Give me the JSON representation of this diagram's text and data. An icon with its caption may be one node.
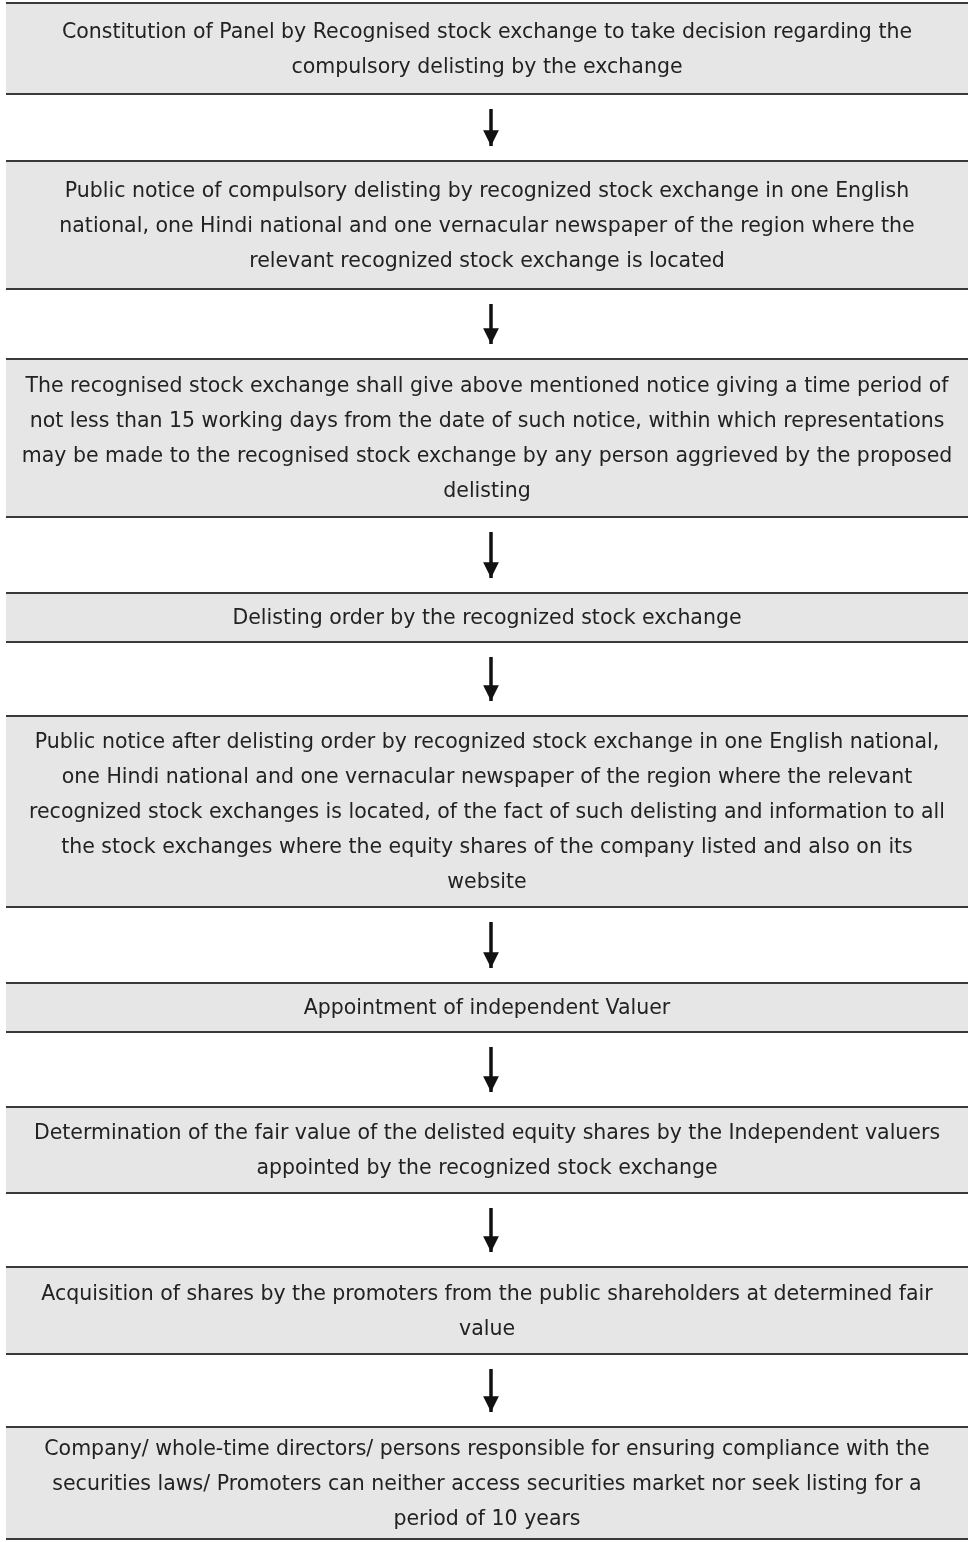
{
  "diagram": {
    "nodes": [
      {
        "text": [
          "Constitution of Panel by Recognised stock exchange to take decision regarding the compulsory delisting by the exchange"
        ]
      },
      {
        "text": [
          "Public notice of compulsory delisting by recognized stock exchange in one English national, one Hindi national and one vernacular  newspaper of the region where the relevant  recognized stock exchange is located"
        ]
      },
      {
        "text": [
          "The recognised stock exchange shall give above mentioned notice giving a time period of not less than 15 working days from the date of such notice, within which representations may be made to the recognised stock exchange by any person aggrieved by the proposed delisting"
        ]
      },
      {
        "text": [
          "Delisting order by the recognized stock exchange"
        ]
      },
      {
        "text": [
          "Public notice after delisting order by recognized stock exchange in one English national, one Hindi national and one vernacular newspaper of the region where the relevant  recognized stock exchanges is located, of the fact of such delisting and information to all the stock exchanges where the equity shares of the company listed and also on its website"
        ]
      },
      {
        "text": [
          "Appointment of independent Valuer"
        ]
      },
      {
        "text": [
          "Determination of the fair value of the delisted equity shares by the Independent valuers appointed by the recognized stock exchange"
        ]
      },
      {
        "text": [
          "Acquisition of shares by the promoters from the public shareholders at determined fair value"
        ]
      },
      {
        "text": [
          "Company/ whole-time directors/ persons responsible for ensuring compliance with the securities laws/ Promoters can neither access securities market nor seek listing for a period of 10 years"
        ]
      }
    ],
    "edges": [
      {
        "from": 0,
        "to": 1,
        "arrow": "to"
      },
      {
        "from": 1,
        "to": 2,
        "arrow": "to"
      },
      {
        "from": 2,
        "to": 3,
        "arrow": "to"
      },
      {
        "from": 3,
        "to": 4,
        "arrow": "to"
      },
      {
        "from": 4,
        "to": 5,
        "arrow": "to"
      },
      {
        "from": 5,
        "to": 6,
        "arrow": "to"
      },
      {
        "from": 6,
        "to": 7,
        "arrow": "to"
      },
      {
        "from": 7,
        "to": 8,
        "arrow": "to"
      }
    ]
  }
}
